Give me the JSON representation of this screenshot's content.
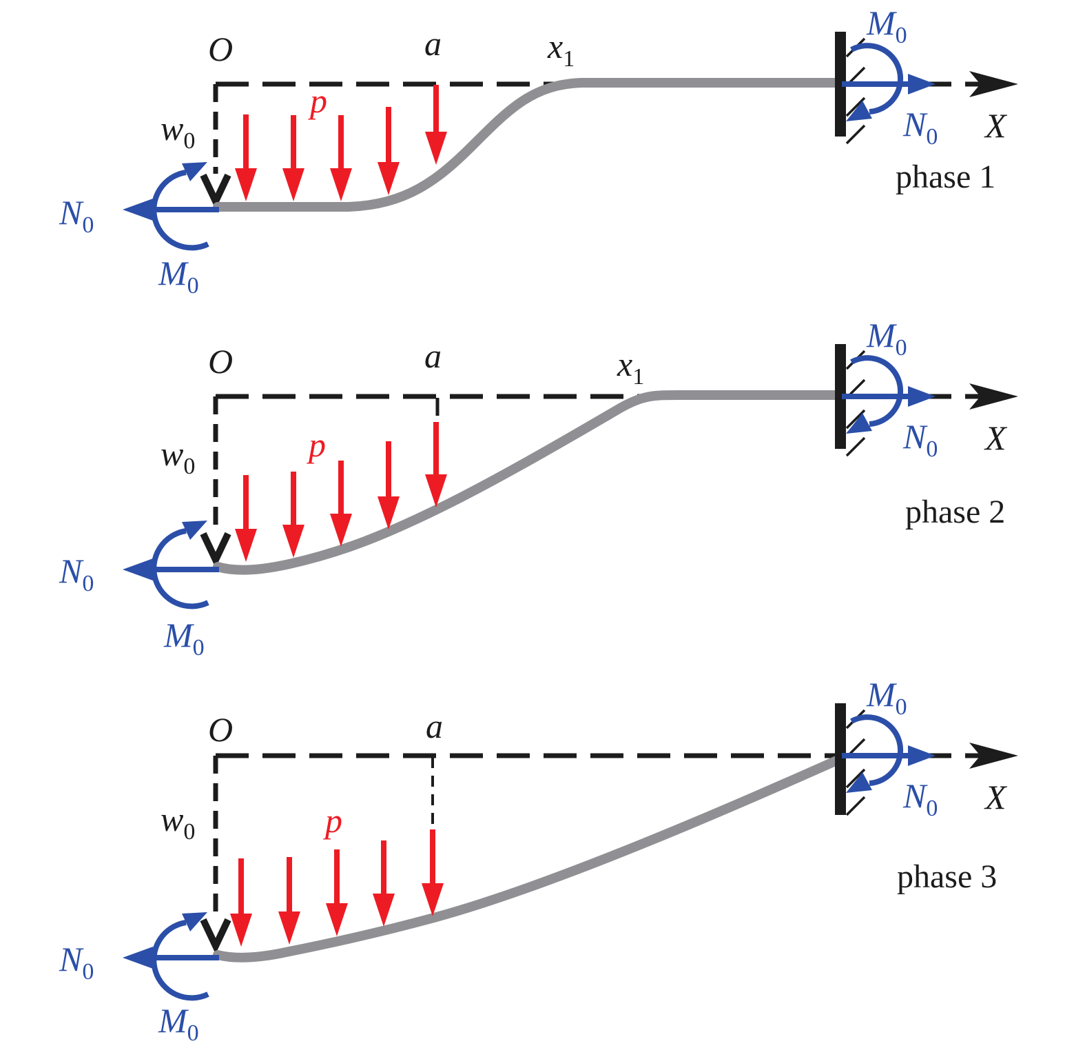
{
  "colors": {
    "load_red": "#ed1c24",
    "force_blue": "#2b4fa8",
    "beam_gray": "#909094",
    "ink_black": "#1c1c1c"
  },
  "phases": [
    {
      "caption": "phase 1",
      "origin_label": "O",
      "span_label": "a",
      "transition_label": "x",
      "transition_sub": "1",
      "deflection_label": "w",
      "deflection_sub": "0",
      "load_label": "p",
      "axis_label": "X",
      "moment_label": "M",
      "moment_sub": "0",
      "normal_label": "N",
      "normal_sub": "0"
    },
    {
      "caption": "phase 2",
      "origin_label": "O",
      "span_label": "a",
      "transition_label": "x",
      "transition_sub": "1",
      "deflection_label": "w",
      "deflection_sub": "0",
      "load_label": "p",
      "axis_label": "X",
      "moment_label": "M",
      "moment_sub": "0",
      "normal_label": "N",
      "normal_sub": "0"
    },
    {
      "caption": "phase 3",
      "origin_label": "O",
      "span_label": "a",
      "deflection_label": "w",
      "deflection_sub": "0",
      "load_label": "p",
      "axis_label": "X",
      "moment_label": "M",
      "moment_sub": "0",
      "normal_label": "N",
      "normal_sub": "0"
    }
  ]
}
